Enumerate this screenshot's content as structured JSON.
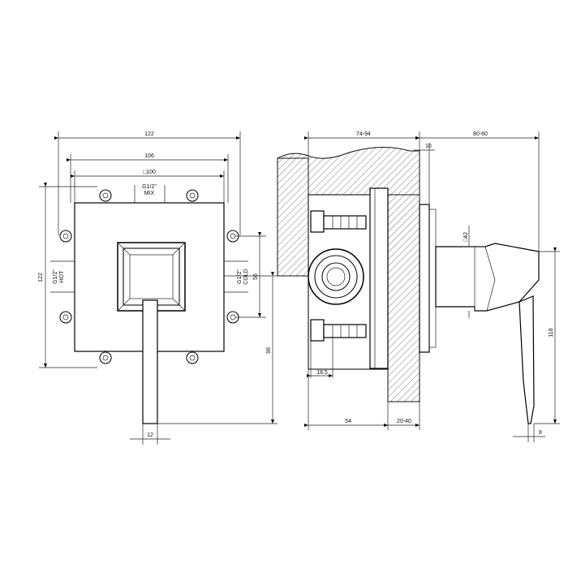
{
  "dimensions": {
    "front_overall_width": "122",
    "front_body_width": "106",
    "front_plate_width": "□100",
    "front_mix_port": "G1/2\"",
    "front_mix_label": "MIX",
    "front_overall_height": "122",
    "front_hot_port": "G1/2\"",
    "front_hot_label": "HOT",
    "front_cold_port": "G1/2\"",
    "front_cold_label": "COLD",
    "front_port_spacing": "56",
    "front_lever_length": "98",
    "front_lever_width": "12",
    "side_wall_depth": "74-94",
    "side_offset": "10",
    "side_projection": "80-60",
    "side_lever_square": "□42",
    "side_lever_height": "118",
    "side_port_offset": "18.5",
    "side_body_depth": "54",
    "side_plaster_range": "20-40",
    "side_lever_tip": "8"
  },
  "colors": {
    "line": "#000000",
    "background": "#ffffff",
    "hatch": "#555555"
  }
}
